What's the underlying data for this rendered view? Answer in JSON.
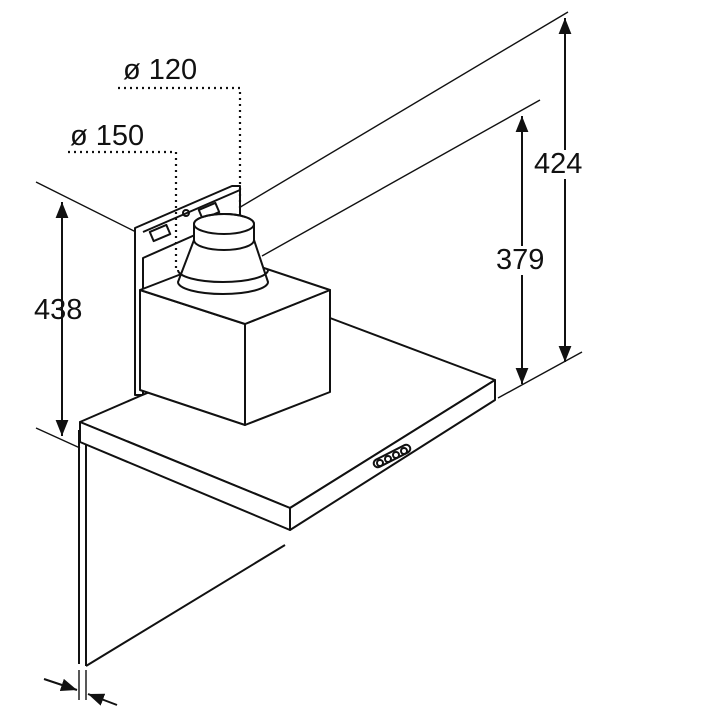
{
  "title": "Wall chimney hood dimension drawing",
  "dimensions": {
    "duct_diameter_small": "ø 120",
    "duct_diameter_large": "ø 150",
    "height_left": "438",
    "height_total_right": "424",
    "height_right": "379"
  },
  "colors": {
    "line": "#111111",
    "background": "#ffffff"
  }
}
